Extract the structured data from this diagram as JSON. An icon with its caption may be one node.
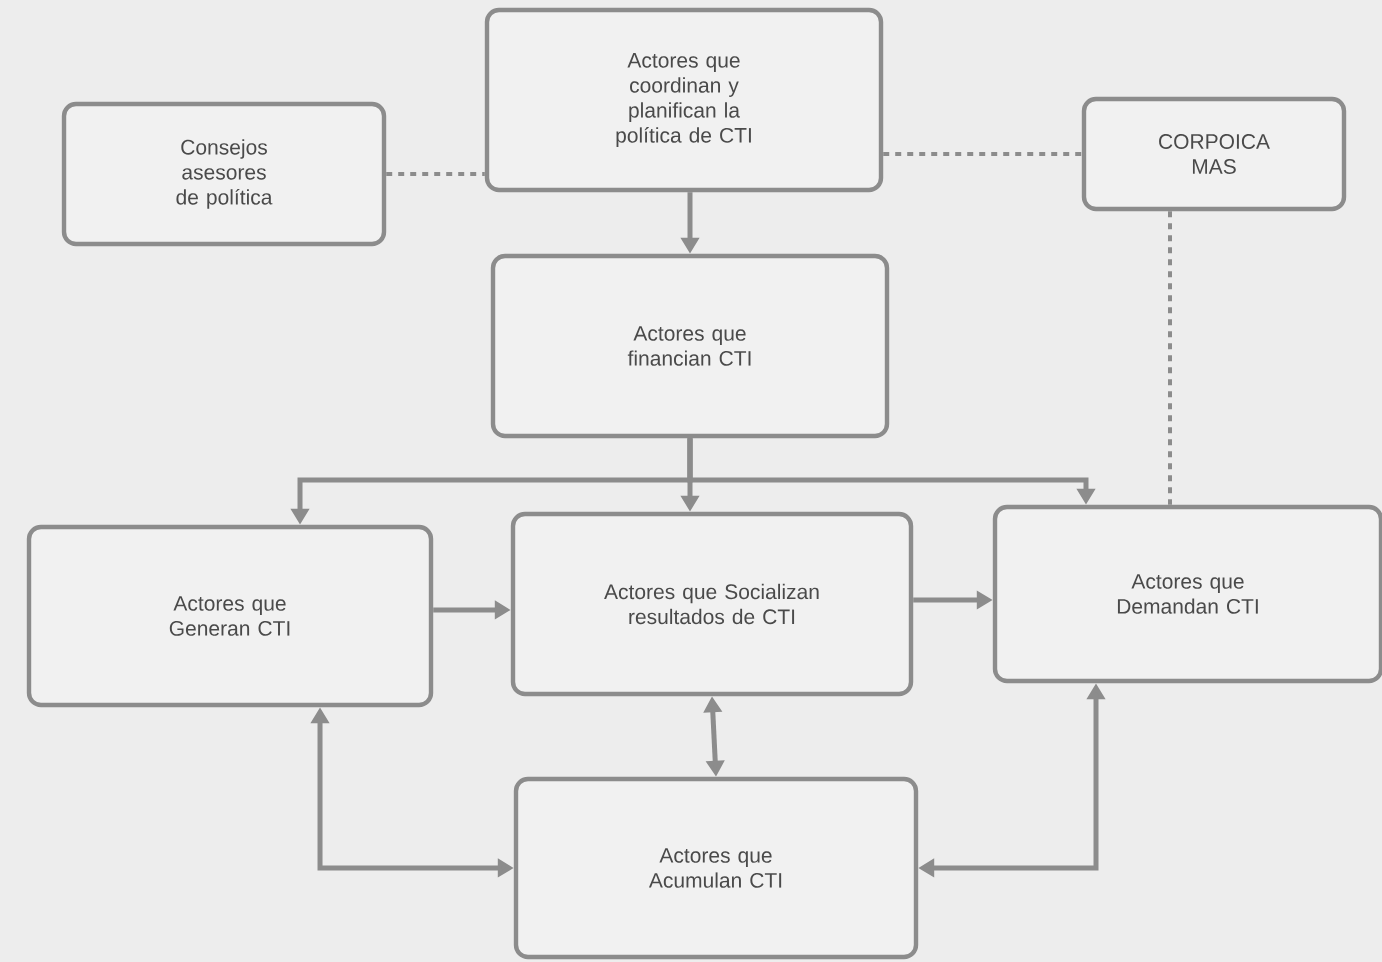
{
  "diagram": {
    "nodes": [
      {
        "text": [
          "Consejos asesores de política"
        ]
      },
      {
        "text": [
          "Actores que coordinan y planifican la política de CTI"
        ]
      },
      {
        "text": [
          "CORPOICA MAS"
        ]
      },
      {
        "text": [
          "Actores que financian CTI"
        ]
      },
      {
        "text": [
          "Actores que Generan CTI"
        ]
      },
      {
        "text": [
          "Actores que Socializan resultados de CTI"
        ]
      },
      {
        "text": [
          "Actores que Demandan CTI"
        ]
      },
      {
        "text": [
          "Actores que Acumulan CTI"
        ]
      }
    ],
    "edges": [
      {
        "from": 0,
        "to": 1,
        "arrow": "none",
        "style": "dashed"
      },
      {
        "from": 1,
        "to": 2,
        "arrow": "none",
        "style": "dashed"
      },
      {
        "from": 2,
        "to": 6,
        "arrow": "none",
        "style": "dashed"
      },
      {
        "from": 1,
        "to": 3,
        "arrow": "to"
      },
      {
        "from": 3,
        "to": 4,
        "arrow": "to"
      },
      {
        "from": 3,
        "to": 5,
        "arrow": "to"
      },
      {
        "from": 3,
        "to": 6,
        "arrow": "to"
      },
      {
        "from": 4,
        "to": 5,
        "arrow": "to"
      },
      {
        "from": 5,
        "to": 6,
        "arrow": "to"
      },
      {
        "from": 5,
        "to": 7,
        "arrow": "both"
      },
      {
        "from": 4,
        "to": 7,
        "arrow": "both"
      },
      {
        "from": 6,
        "to": 7,
        "arrow": "both"
      }
    ]
  }
}
